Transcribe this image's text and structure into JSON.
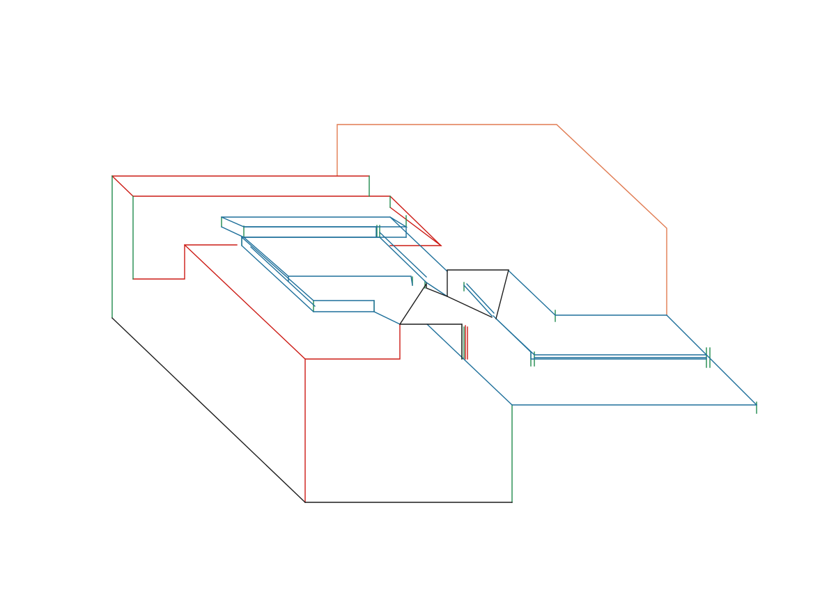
{
  "drawing": {
    "kind": "isometric wireframe line drawing",
    "text_labels": [],
    "colors": {
      "black": "#1c1c1c",
      "red": "#cc1a14",
      "green": "#1f8a4c",
      "blue": "#1d6f9a",
      "orange": "#e07a50"
    },
    "line_groups": [
      {
        "name": "black-edges",
        "color_key": "black"
      },
      {
        "name": "red-edges",
        "color_key": "red"
      },
      {
        "name": "green-edges",
        "color_key": "green"
      },
      {
        "name": "blue-edges",
        "color_key": "blue"
      },
      {
        "name": "orange-edges",
        "color_key": "orange"
      }
    ]
  }
}
